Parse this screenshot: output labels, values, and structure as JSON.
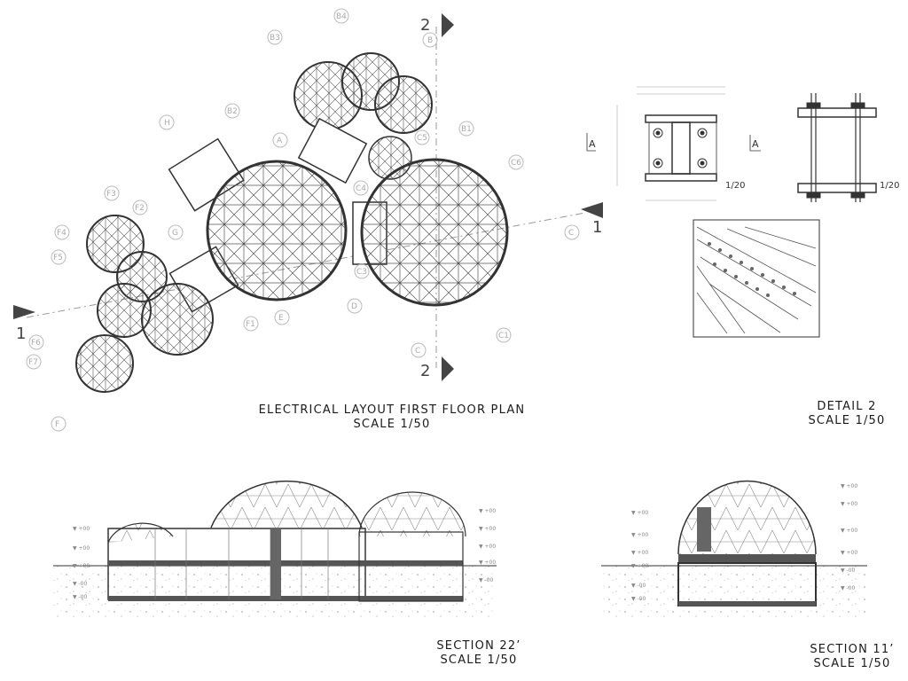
{
  "plan": {
    "title": "ELECTRICAL LAYOUT FIRST FLOOR PLAN",
    "scale": "SCALE 1/50",
    "section_markers": [
      "1",
      "1",
      "2",
      "2"
    ],
    "grid_labels": [
      "B4",
      "B3",
      "B",
      "B2",
      "B1",
      "H",
      "A",
      "C5",
      "C6",
      "C4",
      "F3",
      "F2",
      "G",
      "F4",
      "F5",
      "C3",
      "C",
      "F1",
      "E",
      "D",
      "F6",
      "F7",
      "C1",
      "C",
      "F"
    ]
  },
  "detail": {
    "title": "DETAIL 2",
    "scale": "SCALE 1/50",
    "section_letter_left": "A",
    "section_letter_right": "A",
    "scale_left": "1/20",
    "scale_right": "1/20"
  },
  "section22": {
    "title": "SECTION 22’",
    "scale": "SCALE 1/50"
  },
  "section11": {
    "title": "SECTION 11’",
    "scale": "SCALE 1/50"
  },
  "colors": {
    "line": "#333333",
    "light": "#999999",
    "accent": "#444444"
  }
}
